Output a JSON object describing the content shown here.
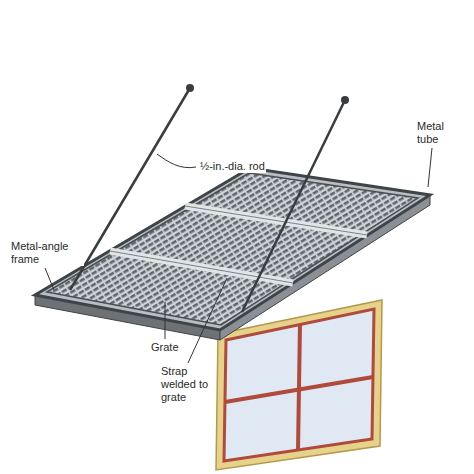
{
  "diagram": {
    "labels": [
      "½-in.-dia. rod",
      "Metal tube",
      "Metal-angle frame",
      "Grate",
      "Strap welded to grate"
    ]
  }
}
